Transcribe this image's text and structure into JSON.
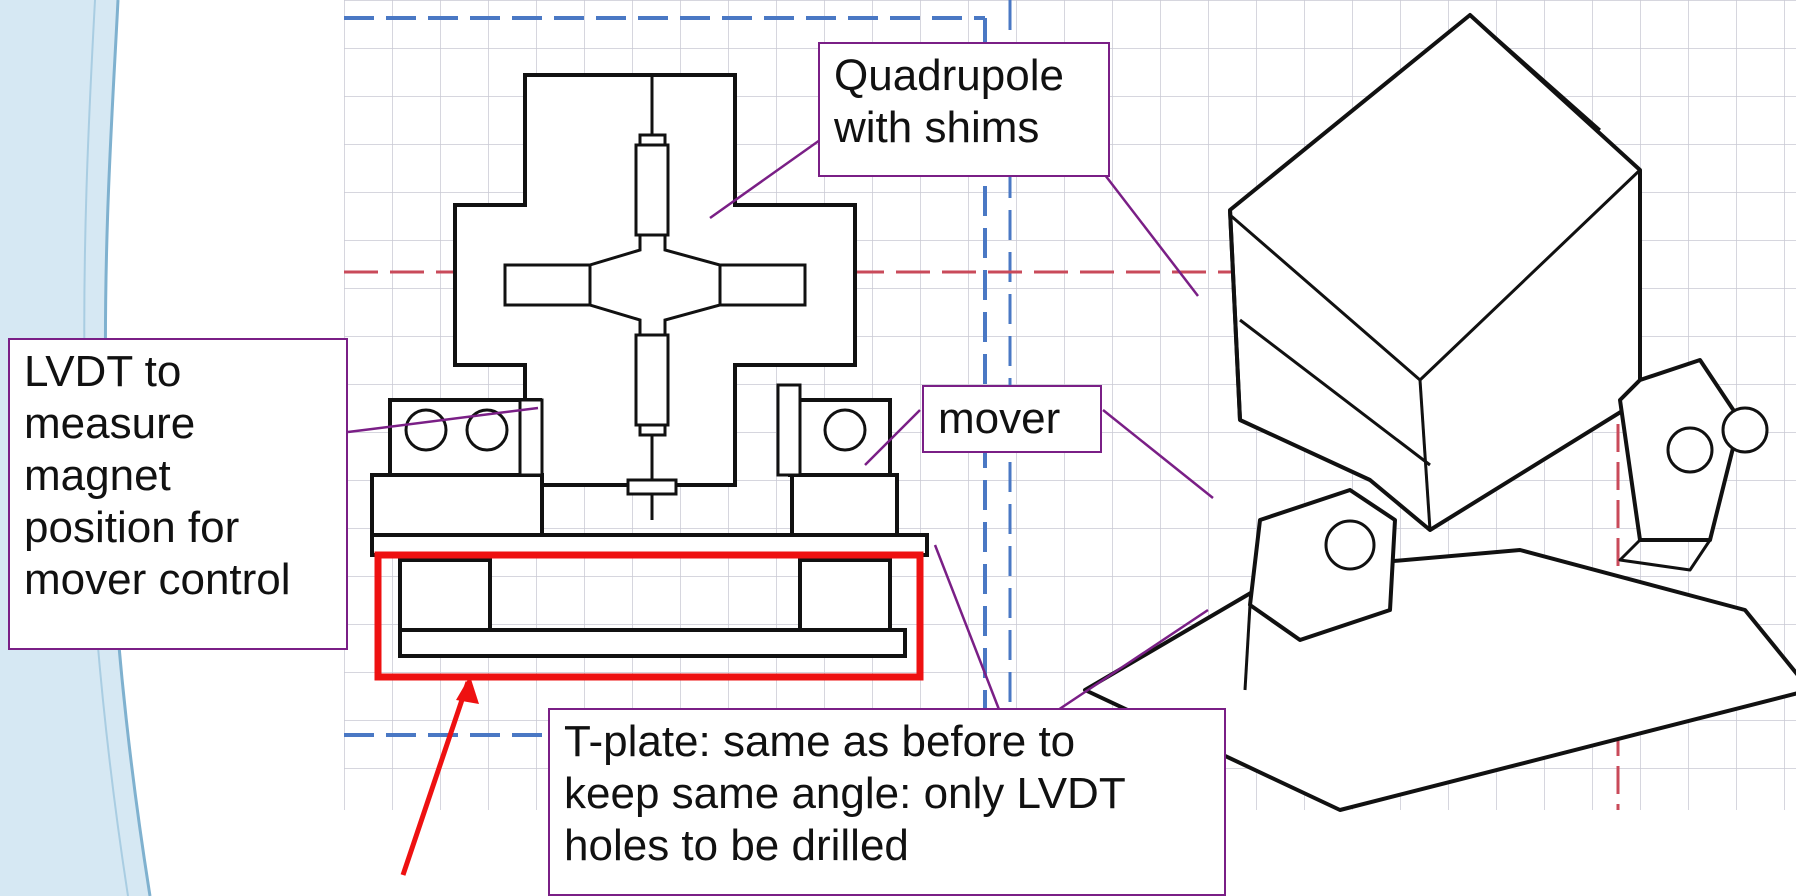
{
  "callouts": {
    "quadrupole": "Quadrupole\nwith shims",
    "lvdt": "LVDT to\nmeasure\nmagnet\nposition for\nmover control",
    "mover": "mover",
    "tplate": "T-plate: same as before to\nkeep same angle: only LVDT\nholes to be drilled"
  },
  "colors": {
    "callout_border": "#7a1f86",
    "leader_line": "#7a1f86",
    "highlight": "#ee1111",
    "grid": "#c9c9d3",
    "blue_dash": "#4a78c4",
    "red_dash": "#c94a5a",
    "decor_wave": "#7fb1cf"
  }
}
